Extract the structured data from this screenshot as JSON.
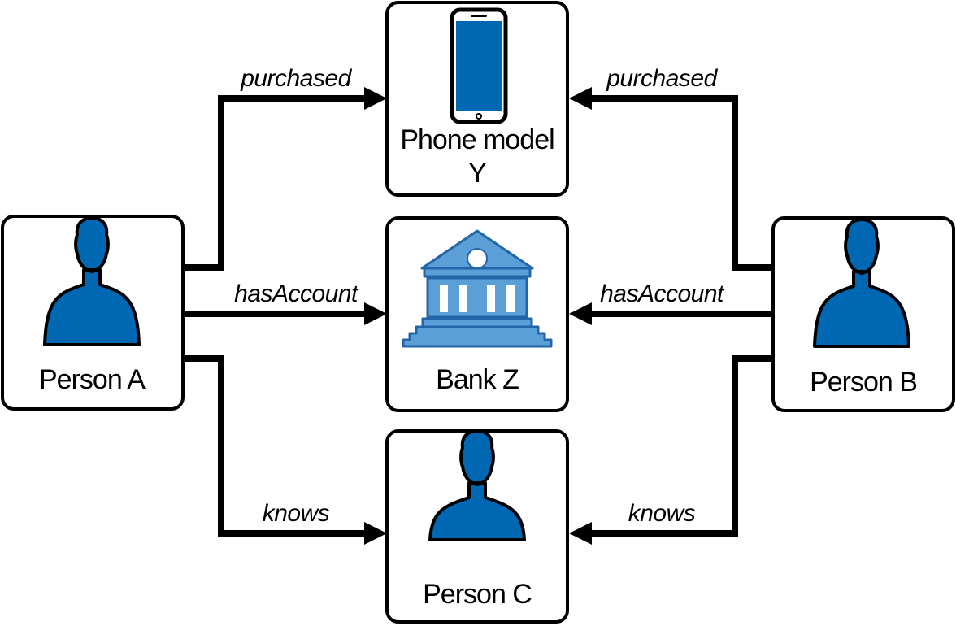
{
  "colors": {
    "person_fill": "#0067b3",
    "bank_fill": "#5b9fd8",
    "bank_stroke": "#2366a8",
    "phone_screen": "#0067b3",
    "line": "#000000",
    "box_stroke": "#000000",
    "background": "#ffffff"
  },
  "nodes": {
    "person_a": {
      "label": "Person A",
      "icon": "person-icon"
    },
    "person_b": {
      "label": "Person B",
      "icon": "person-icon"
    },
    "person_c": {
      "label": "Person C",
      "icon": "person-icon"
    },
    "bank_z": {
      "label": "Bank Z",
      "icon": "bank-icon"
    },
    "phone_y": {
      "label_line1": "Phone model",
      "label_line2": "Y",
      "icon": "smartphone-icon"
    }
  },
  "edges": {
    "a_purchased": {
      "label": "purchased",
      "from": "Person A",
      "to": "Phone model Y"
    },
    "b_purchased": {
      "label": "purchased",
      "from": "Person B",
      "to": "Phone model Y"
    },
    "a_has_account": {
      "label": "hasAccount",
      "from": "Person A",
      "to": "Bank Z"
    },
    "b_has_account": {
      "label": "hasAccount",
      "from": "Person B",
      "to": "Bank Z"
    },
    "a_knows": {
      "label": "knows",
      "from": "Person A",
      "to": "Person C"
    },
    "b_knows": {
      "label": "knows",
      "from": "Person B",
      "to": "Person C"
    }
  }
}
